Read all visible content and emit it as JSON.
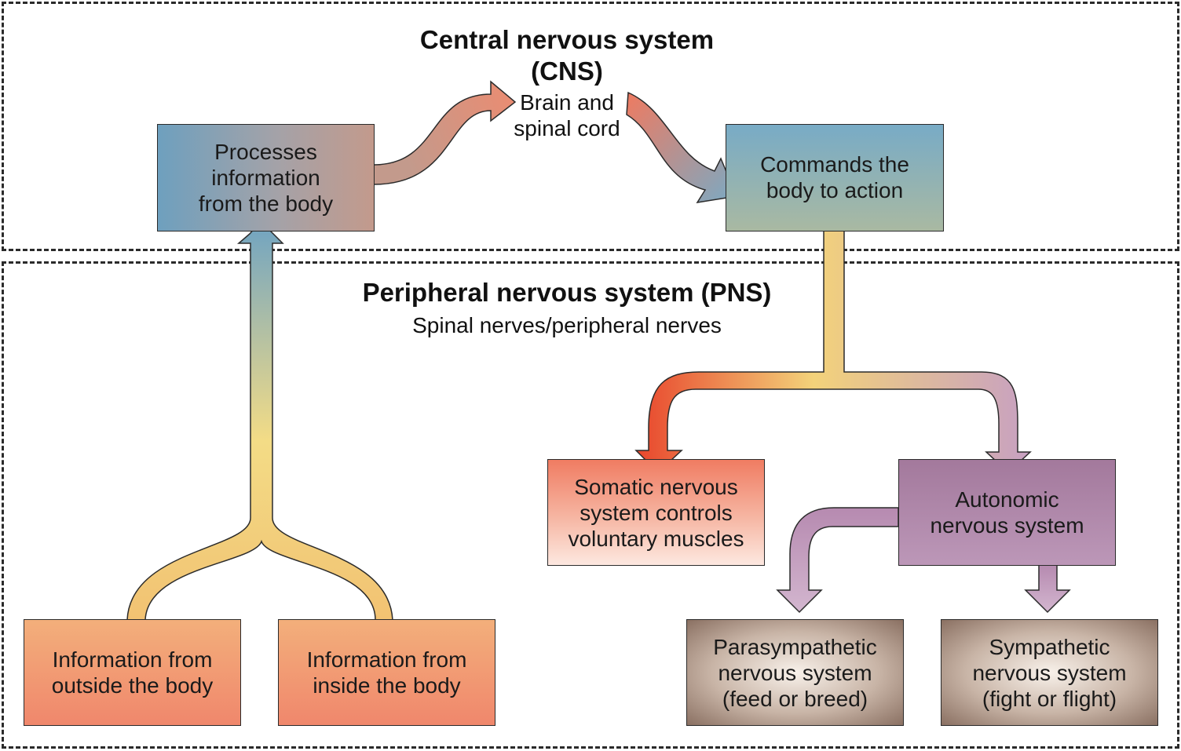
{
  "cns": {
    "title": "Central nervous system\n(CNS)",
    "subtitle": "Brain and\nspinal cord"
  },
  "pns": {
    "title": "Peripheral nervous system (PNS)",
    "subtitle": "Spinal nerves/peripheral nerves"
  },
  "boxes": {
    "processes": "Processes\ninformation\nfrom the body",
    "commands": "Commands the\nbody to action",
    "somatic": "Somatic nervous\nsystem controls\nvoluntary muscles",
    "autonomic": "Autonomic\nnervous system",
    "outside": "Information from\noutside the body",
    "inside": "Information from\ninside the body",
    "parasympathetic": "Parasympathetic\nnervous system\n(feed or breed)",
    "sympathetic": "Sympathetic\nnervous system\n(fight or flight)"
  },
  "colors": {
    "border": "#2b2b2b",
    "blue": "#7aaac4",
    "mauve": "#c49c8f",
    "salmon": "#ef8670",
    "yellow": "#f3dc86",
    "orange": "#f0a679",
    "red": "#e8452c",
    "purple": "#a87a9e",
    "lilac": "#c7a8c7",
    "brown": "#8a7062",
    "cream": "#f7f0ea"
  }
}
